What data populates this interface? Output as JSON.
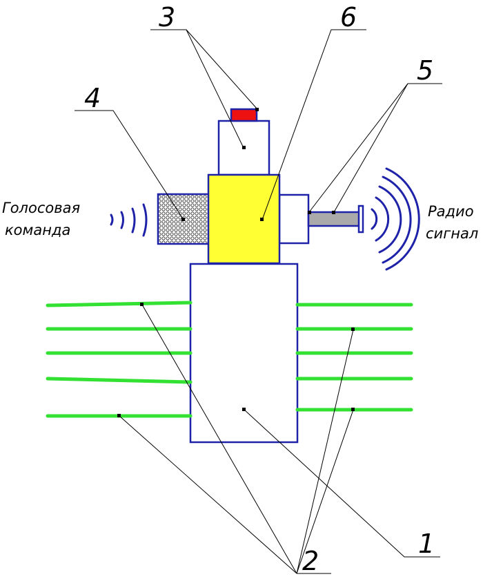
{
  "labels": {
    "l1": "1",
    "l2": "2",
    "l3": "3",
    "l4": "4",
    "l5": "5",
    "l6": "6"
  },
  "captions": {
    "voice_line1": "Голосовая",
    "voice_line2": "команда",
    "radio_line1": "Радио",
    "radio_line2": "сигнал"
  },
  "colors": {
    "outline": "#1e22a8",
    "body_fill": "#ffffff",
    "controller_fill": "#ffff33",
    "button_fill": "#ee1111",
    "legs": "#33e133",
    "antenna": "#aaaaaa",
    "mesh": "#555555"
  }
}
